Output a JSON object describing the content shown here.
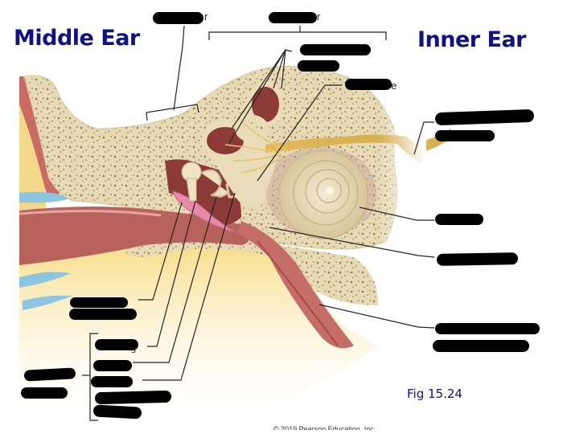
{
  "headings": {
    "left": "Middle Ear",
    "right": "Inner Ear"
  },
  "figure_caption": "Fig 15.24",
  "copyright": "© 2019 Pearson Education, Inc.",
  "colors": {
    "heading": "#10118a",
    "bone": "#e8dcb8",
    "bone_spots": "#9c8a66",
    "tissue_red": "#b5615a",
    "membrane_pink": "#e58aa8",
    "fat_yellow": "#f5dc8a",
    "nerve_gold": "#d9b25a",
    "cochlea": "#e6d6b0",
    "cartilage_blue": "#8cc6e0",
    "redaction": "#000000",
    "leader_line": "#222222"
  },
  "labels": {
    "top_middle_ear": {
      "visible_tail": "r",
      "redacted": true
    },
    "top_inner_ear": {
      "visible_tail": "r",
      "redacted": true
    },
    "semicircular_canals_l1": {
      "visible_tail": "",
      "redacted": true
    },
    "semicircular_canals_l2": {
      "visible_tail": "",
      "redacted": true
    },
    "vestibule": {
      "visible_tail": "e",
      "redacted": true
    },
    "nerve_l1": {
      "visible_tail": "",
      "redacted": true
    },
    "nerve_l2": {
      "visible_tail": ")",
      "redacted": true
    },
    "cochlea": {
      "visible_tail": "",
      "redacted": true
    },
    "round_window": {
      "visible_tail": "",
      "redacted": true
    },
    "auditory_tube_l1": {
      "visible_tail": "",
      "redacted": true
    },
    "auditory_tube_l2": {
      "visible_tail": ")",
      "redacted": true
    },
    "tympanic_membrane_l1": {
      "visible_tail": "",
      "redacted": true
    },
    "tympanic_membrane_l2": {
      "visible_tail": "",
      "redacted": true
    },
    "ossicles_malleus": {
      "visible_tail": "s",
      "redacted": true
    },
    "ossicles_incus": {
      "visible_tail": "",
      "redacted": true
    },
    "ossicles_stapes": {
      "visible_tail": "",
      "redacted": true
    },
    "ossicles_extra_1": {
      "visible_tail": "",
      "redacted": true
    },
    "ossicles_extra_2": {
      "visible_tail": "",
      "redacted": true
    },
    "ossicles_group_l1": {
      "visible_tail": "",
      "redacted": true
    },
    "ossicles_group_l2": {
      "visible_tail": "",
      "redacted": true
    }
  }
}
